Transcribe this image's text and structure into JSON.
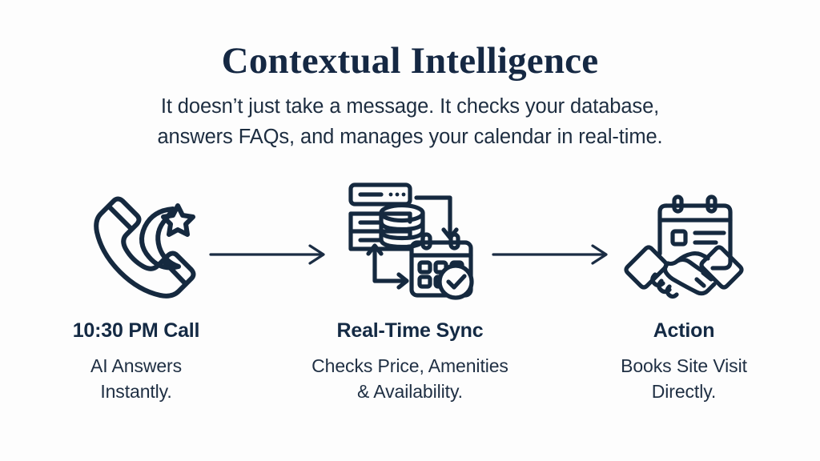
{
  "theme": {
    "background": "#fdfdfd",
    "ink": "#152843",
    "body_text": "#1f2f43",
    "icon_stroke": "#15293f"
  },
  "header": {
    "title": "Contextual Intelligence",
    "subtitle_line_1": "It doesn’t just take a message. It checks your database,",
    "subtitle_line_2": "answers FAQs, and manages your calendar in real-time."
  },
  "steps": [
    {
      "icon": "phone-moon-star-icon",
      "title": "10:30 PM Call",
      "desc_line_1": "AI Answers",
      "desc_line_2": "Instantly."
    },
    {
      "icon": "server-database-calendar-sync-icon",
      "title": "Real-Time Sync",
      "desc_line_1": "Checks Price, Amenities",
      "desc_line_2": "& Availability."
    },
    {
      "icon": "handshake-calendar-icon",
      "title": "Action",
      "desc_line_1": "Books Site Visit",
      "desc_line_2": "Directly."
    }
  ],
  "connectors": [
    {
      "name": "arrow-right-icon"
    },
    {
      "name": "arrow-right-icon"
    }
  ]
}
